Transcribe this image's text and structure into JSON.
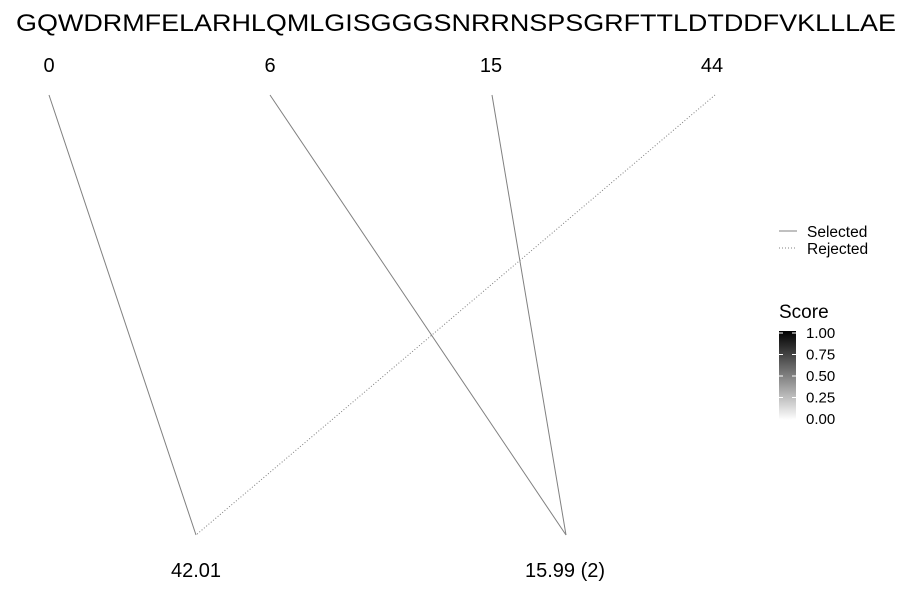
{
  "sequence": "GQWDRMFELARHLQMLGISGGGSNRRNSPSGRFTTLDTDDFVKLLLAE",
  "positions": [
    "0",
    "6",
    "15",
    "44"
  ],
  "masses": [
    "42.01",
    "15.99 (2)"
  ],
  "links": [
    {
      "from": 0,
      "to": 0,
      "status": "Selected",
      "score": 0.55
    },
    {
      "from": 1,
      "to": 1,
      "status": "Selected",
      "score": 0.55
    },
    {
      "from": 2,
      "to": 1,
      "status": "Selected",
      "score": 0.55
    },
    {
      "from": 3,
      "to": 0,
      "status": "Rejected",
      "score": 0.55
    }
  ],
  "legend": {
    "selected_label": "Selected",
    "rejected_label": "Rejected"
  },
  "score_scale": {
    "title": "Score",
    "ticks": [
      "1.00",
      "0.75",
      "0.50",
      "0.25",
      "0.00"
    ],
    "color_high": "#000000",
    "color_low": "#ffffff"
  },
  "colors": {
    "line": "#808080",
    "text": "#000000",
    "background": "#ffffff"
  }
}
